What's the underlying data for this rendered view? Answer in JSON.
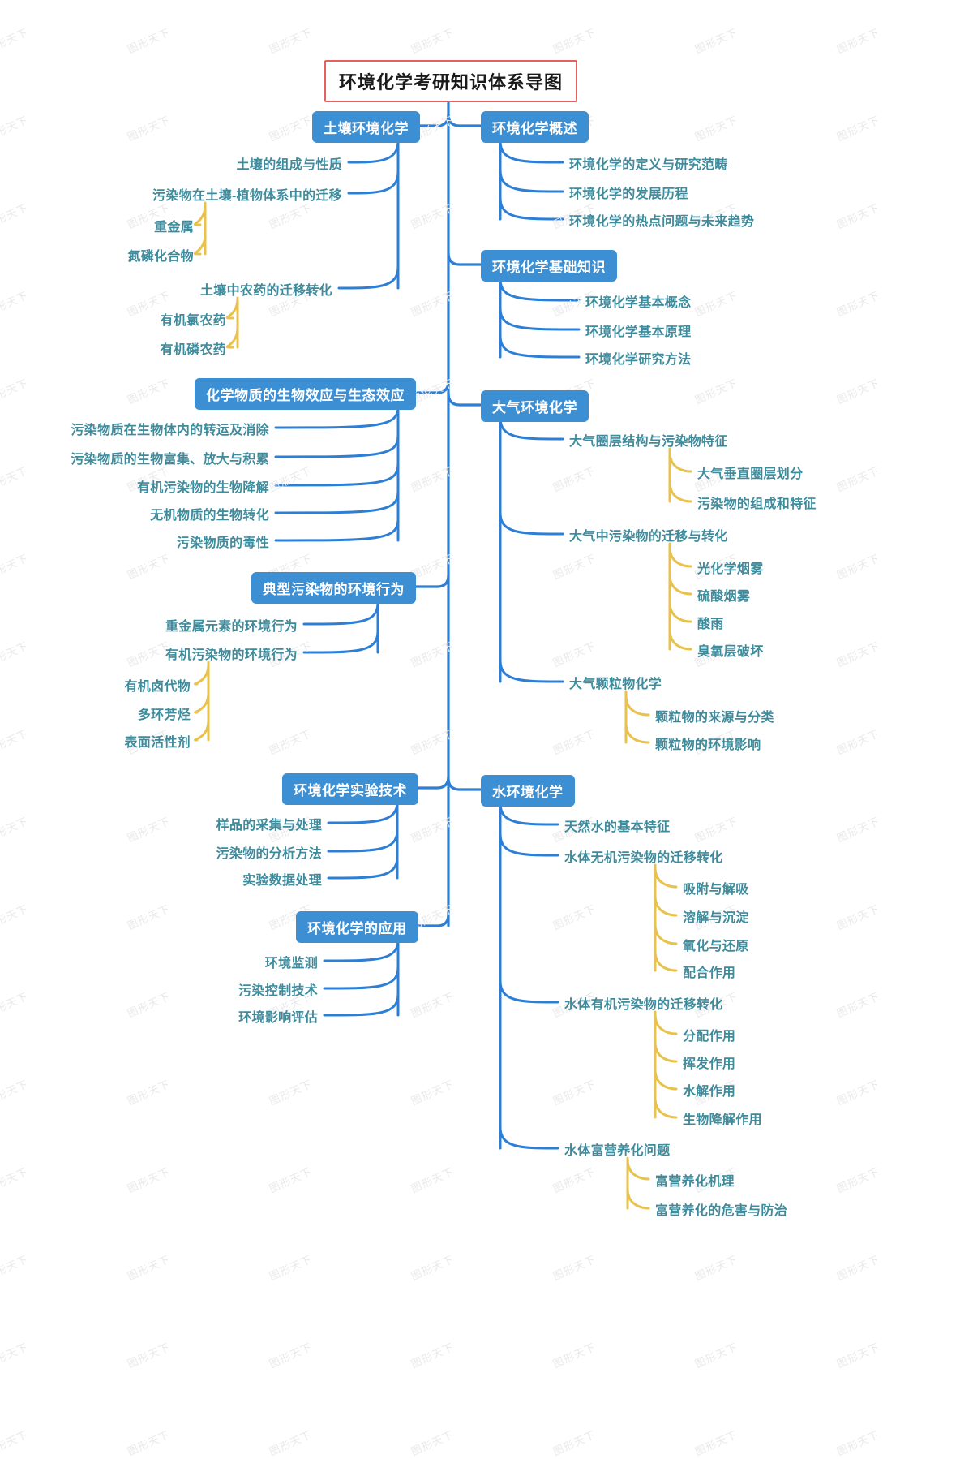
{
  "meta": {
    "watermark": "图形天下",
    "colors": {
      "title_border": "#e8605d",
      "node_fill": "#3d8fd4",
      "node_text": "#ffffff",
      "leaf_text": "#3e8b9c",
      "branch_blue": "#2c7fd4",
      "branch_yellow": "#e8c24a",
      "background": "#ffffff"
    }
  },
  "title": "环境化学考研知识体系导图",
  "branches": [
    {
      "id": "soil",
      "side": "left",
      "label": "土壤环境化学",
      "children": [
        {
          "label": "土壤的组成与性质",
          "children": []
        },
        {
          "label": "污染物在土壤-植物体系中的迁移",
          "children": [
            "重金属",
            "氮磷化合物"
          ]
        },
        {
          "label": "土壤中农药的迁移转化",
          "children": [
            "有机氯农药",
            "有机磷农药"
          ]
        }
      ]
    },
    {
      "id": "overview",
      "side": "right",
      "label": "环境化学概述",
      "children": [
        {
          "label": "环境化学的定义与研究范畴",
          "children": []
        },
        {
          "label": "环境化学的发展历程",
          "children": []
        },
        {
          "label": "环境化学的热点问题与未来趋势",
          "children": []
        }
      ]
    },
    {
      "id": "basics",
      "side": "right",
      "label": "环境化学基础知识",
      "children": [
        {
          "label": "环境化学基本概念",
          "children": []
        },
        {
          "label": "环境化学基本原理",
          "children": []
        },
        {
          "label": "环境化学研究方法",
          "children": []
        }
      ]
    },
    {
      "id": "bioeffect",
      "side": "left",
      "label": "化学物质的生物效应与生态效应",
      "children": [
        {
          "label": "污染物质在生物体内的转运及消除",
          "children": []
        },
        {
          "label": "污染物质的生物富集、放大与积累",
          "children": []
        },
        {
          "label": "有机污染物的生物降解",
          "children": []
        },
        {
          "label": "无机物质的生物转化",
          "children": []
        },
        {
          "label": "污染物质的毒性",
          "children": []
        }
      ]
    },
    {
      "id": "air",
      "side": "right",
      "label": "大气环境化学",
      "children": [
        {
          "label": "大气圈层结构与污染物特征",
          "children": [
            "大气垂直圈层划分",
            "污染物的组成和特征"
          ]
        },
        {
          "label": "大气中污染物的迁移与转化",
          "children": [
            "光化学烟雾",
            "硫酸烟雾",
            "酸雨",
            "臭氧层破坏"
          ]
        },
        {
          "label": "大气颗粒物化学",
          "children": [
            "颗粒物的来源与分类",
            "颗粒物的环境影响"
          ]
        }
      ]
    },
    {
      "id": "typical",
      "side": "left",
      "label": "典型污染物的环境行为",
      "children": [
        {
          "label": "重金属元素的环境行为",
          "children": []
        },
        {
          "label": "有机污染物的环境行为",
          "children": [
            "有机卤代物",
            "多环芳烃",
            "表面活性剂"
          ]
        }
      ]
    },
    {
      "id": "lab",
      "side": "left",
      "label": "环境化学实验技术",
      "children": [
        {
          "label": "样品的采集与处理",
          "children": []
        },
        {
          "label": "污染物的分析方法",
          "children": []
        },
        {
          "label": "实验数据处理",
          "children": []
        }
      ]
    },
    {
      "id": "water",
      "side": "right",
      "label": "水环境化学",
      "children": [
        {
          "label": "天然水的基本特征",
          "children": []
        },
        {
          "label": "水体无机污染物的迁移转化",
          "children": [
            "吸附与解吸",
            "溶解与沉淀",
            "氧化与还原",
            "配合作用"
          ]
        },
        {
          "label": "水体有机污染物的迁移转化",
          "children": [
            "分配作用",
            "挥发作用",
            "水解作用",
            "生物降解作用"
          ]
        },
        {
          "label": "水体富营养化问题",
          "children": [
            "富营养化机理",
            "富营养化的危害与防治"
          ]
        }
      ]
    },
    {
      "id": "application",
      "side": "left",
      "label": "环境化学的应用",
      "children": [
        {
          "label": "环境监测",
          "children": []
        },
        {
          "label": "污染控制技术",
          "children": []
        },
        {
          "label": "环境影响评估",
          "children": []
        }
      ]
    }
  ]
}
